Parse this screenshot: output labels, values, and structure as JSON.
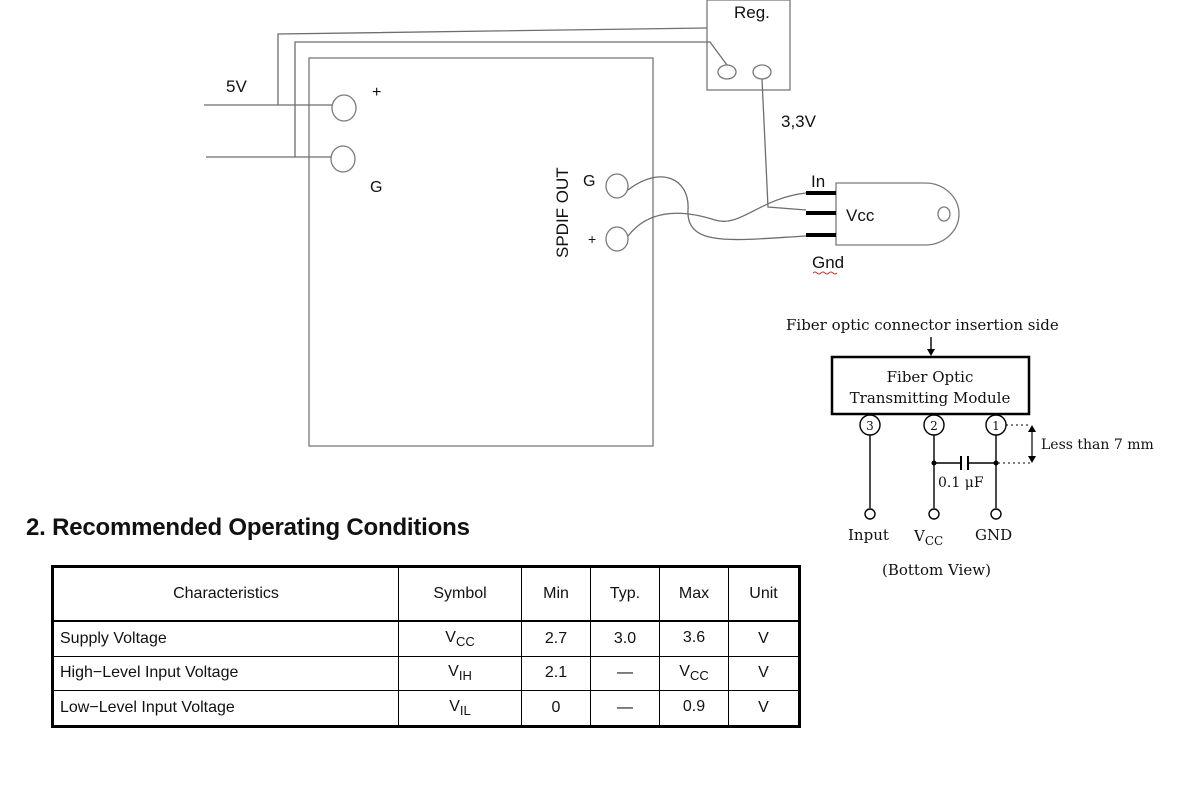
{
  "wiring": {
    "reg_label": "Reg.",
    "v5_label": "5V",
    "plus_label": "+",
    "g_label": "G",
    "v33_label": "3,3V",
    "spdif_label": "SPDIF OUT",
    "spdif_g_label": "G",
    "spdif_plus_label": "+",
    "in_label": "In",
    "vcc_label": "Vcc",
    "gnd_label": "Gnd"
  },
  "module_diagram": {
    "insertion_label": "Fiber optic connector insertion side",
    "module_line1": "Fiber Optic",
    "module_line2": "Transmitting Module",
    "pin3": "3",
    "pin2": "2",
    "pin1": "1",
    "spacing_label": "Less than 7 mm",
    "cap_label": "0.1 μF",
    "input_label": "Input",
    "vcc_main": "V",
    "vcc_sub": "CC",
    "gnd_label": "GND",
    "view_label": "(Bottom View)"
  },
  "section": {
    "title": "2. Recommended Operating Conditions"
  },
  "table": {
    "headers": [
      "Characteristics",
      "Symbol",
      "Min",
      "Typ.",
      "Max",
      "Unit"
    ],
    "rows": [
      {
        "characteristic": "Supply Voltage",
        "symbol_main": "V",
        "symbol_sub": "CC",
        "min": "2.7",
        "typ": "3.0",
        "max_main": "3.6",
        "max_sub": "",
        "unit": "V"
      },
      {
        "characteristic": "High−Level Input Voltage",
        "symbol_main": "V",
        "symbol_sub": "IH",
        "min": "2.1",
        "typ": "—",
        "max_main": "V",
        "max_sub": "CC",
        "unit": "V"
      },
      {
        "characteristic": "Low−Level Input Voltage",
        "symbol_main": "V",
        "symbol_sub": "IL",
        "min": "0",
        "typ": "—",
        "max_main": "0.9",
        "max_sub": "",
        "unit": "V"
      }
    ]
  }
}
